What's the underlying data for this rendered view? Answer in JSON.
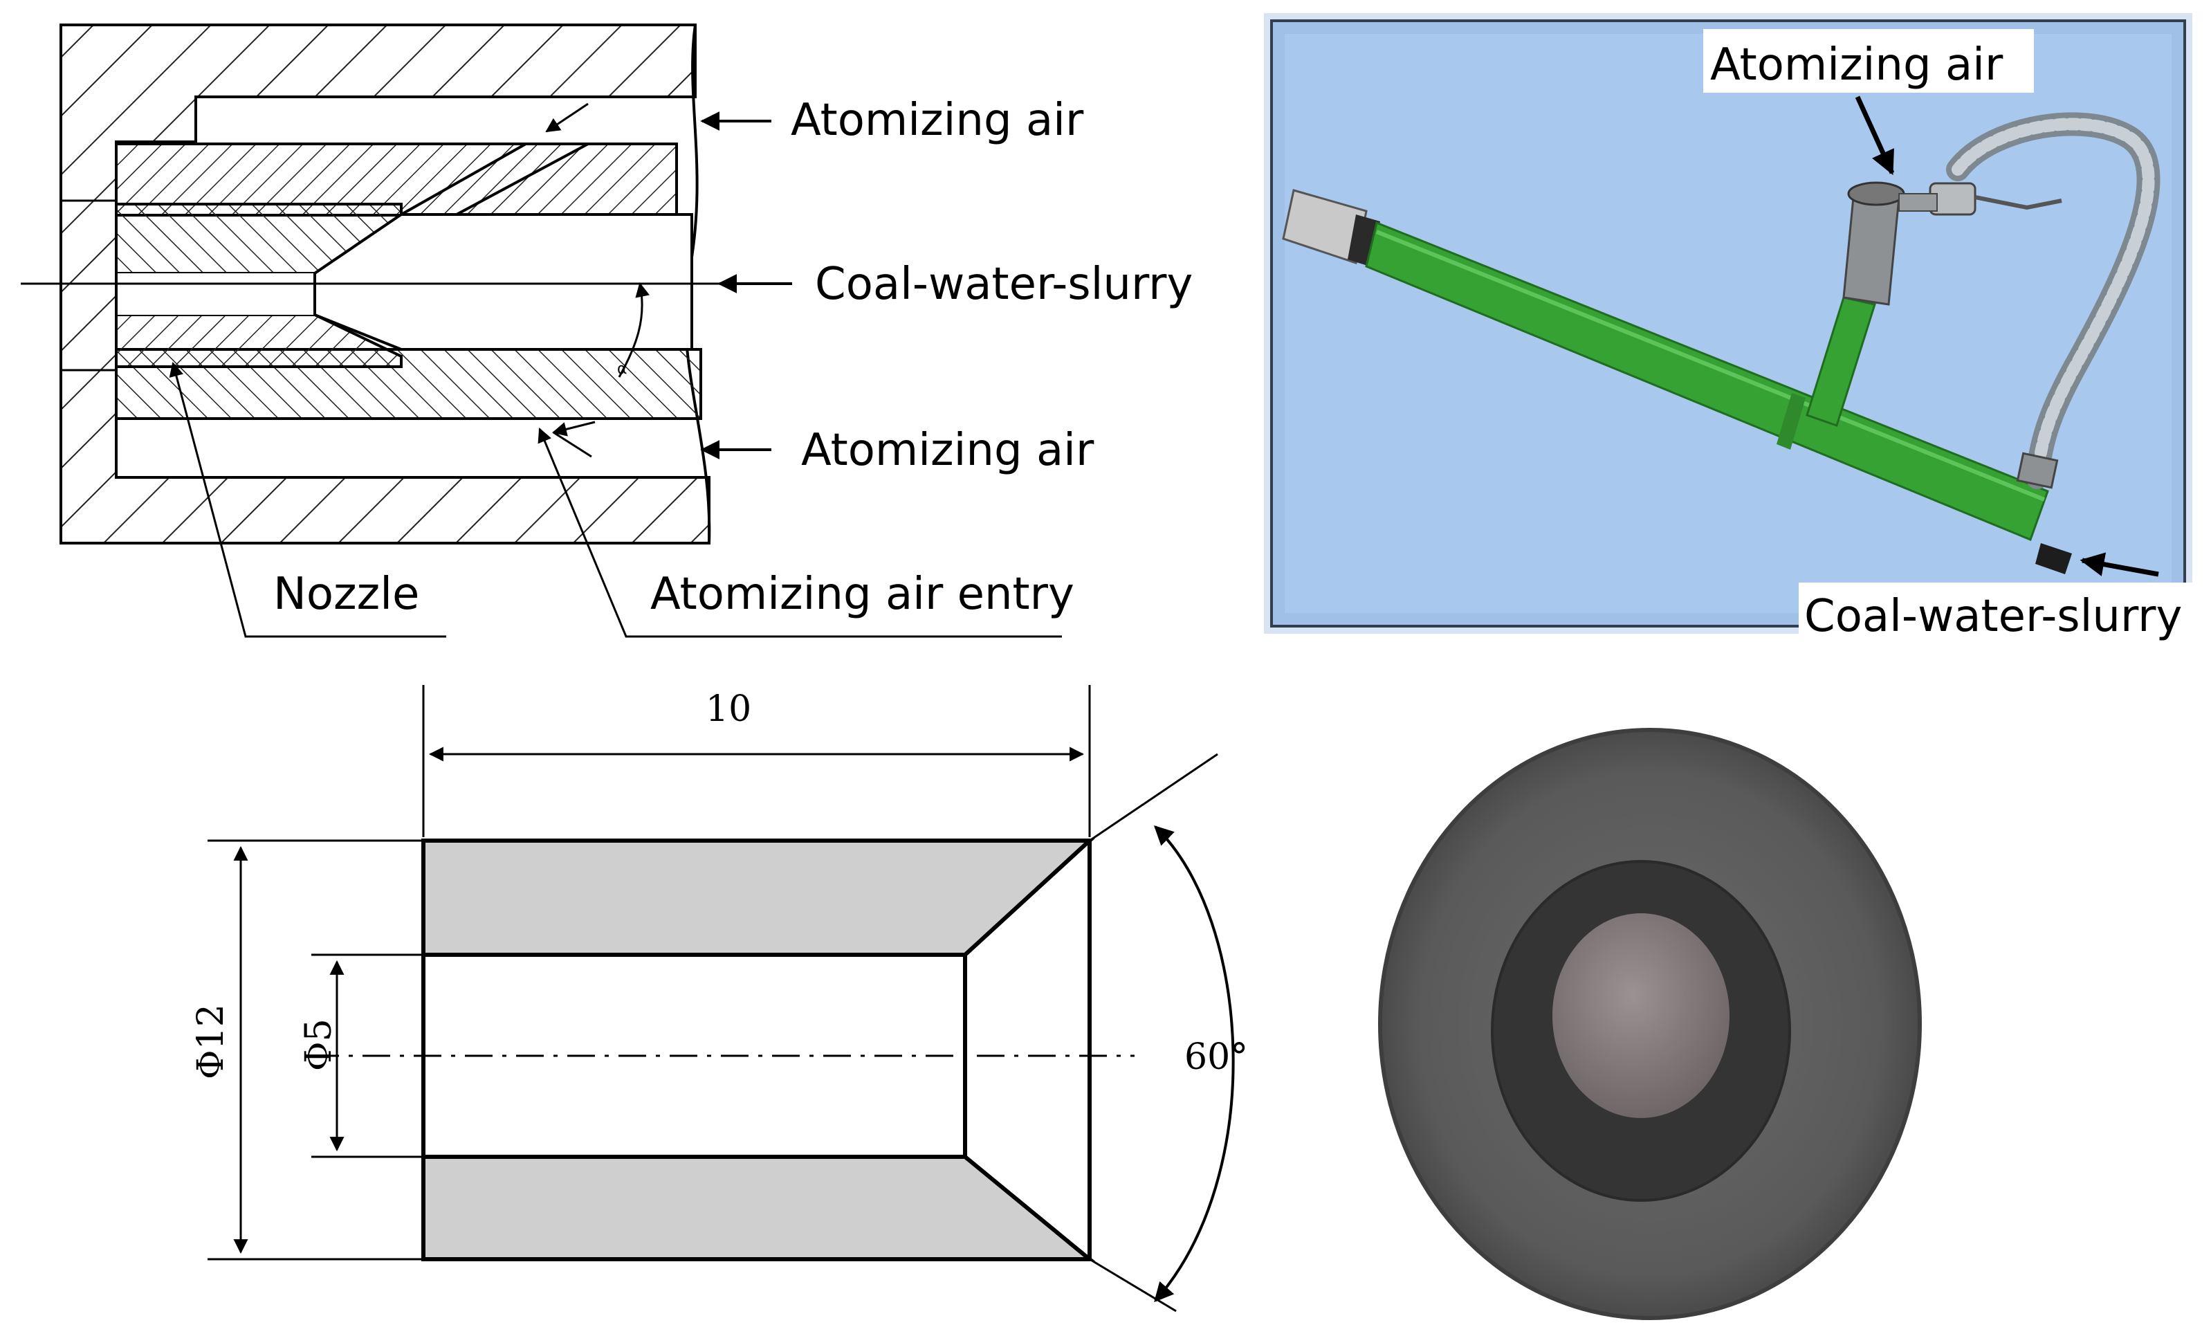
{
  "section_view": {
    "labels": {
      "atomizing_air_top": "Atomizing air",
      "coal_water_slurry": "Coal-water-slurry",
      "atomizing_air_bottom": "Atomizing air",
      "nozzle": "Nozzle",
      "atomizing_air_entry": "Atomizing air entry",
      "angle_symbol": "α"
    }
  },
  "photo_atomizer": {
    "labels": {
      "atomizing_air": "Atomizing air",
      "coal_water_slurry": "Coal-water-slurry"
    },
    "colors": {
      "background": "#a9c8ee",
      "pipe": "#35a233",
      "hose": "#b8c0c6"
    }
  },
  "nozzle_drawing": {
    "dimensions": {
      "length": "10",
      "outer_diameter": "Φ12",
      "inner_diameter": "Φ5",
      "cone_angle": "60°"
    },
    "colors": {
      "solid_fill": "#cfcfcf"
    }
  },
  "photo_nozzle": {
    "colors": {
      "outer_ring": "#595959",
      "inner_recess": "#343434",
      "bore": "#8b8384"
    }
  }
}
